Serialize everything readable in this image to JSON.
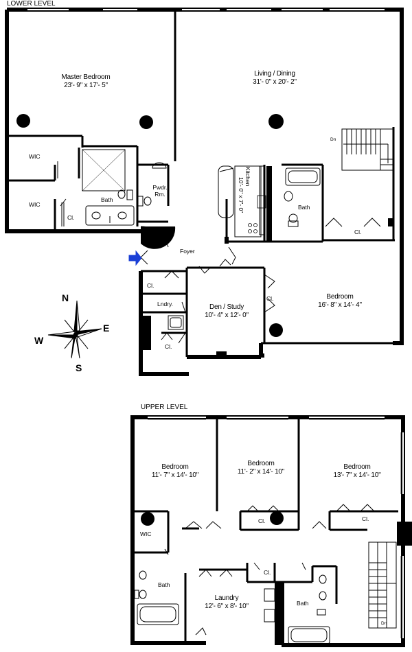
{
  "levels": {
    "lower": "LOWER LEVEL",
    "upper": "UPPER LEVEL"
  },
  "lower_rooms": {
    "master_bedroom": {
      "name": "Master Bedroom",
      "dims": "23'- 9\" x 17'- 5\""
    },
    "living_dining": {
      "name": "Living / Dining",
      "dims": "31'- 0\" x 20'- 2\""
    },
    "wic_1": "WIC",
    "wic_2": "WIC",
    "closet_master": "Cl.",
    "master_bath": "Bath",
    "powder_room": "Pwdr. Rm.",
    "kitchen": {
      "name": "Kitchen",
      "dims": "10'- 0\" x 7'- 0\""
    },
    "bath_2": "Bath",
    "closet_living": "Cl.",
    "stair_dn": "Dn",
    "foyer": "Foyer",
    "closet_foyer": "Cl.",
    "laundry": "Lndry.",
    "closet_laundry": "Cl.",
    "den_study": {
      "name": "Den / Study",
      "dims": "10'- 4\" x 12'- 0\""
    },
    "closet_bedroom": "Cl.",
    "bedroom": {
      "name": "Bedroom",
      "dims": "16'- 8\" x 14'- 4\""
    }
  },
  "compass": {
    "n": "N",
    "s": "S",
    "e": "E",
    "w": "W"
  },
  "upper_rooms": {
    "bedroom_1": {
      "name": "Bedroom",
      "dims": "11'- 7\" x 14'- 10\""
    },
    "bedroom_2": {
      "name": "Bedroom",
      "dims": "11'- 2\" x 14'- 10\""
    },
    "bedroom_3": {
      "name": "Bedroom",
      "dims": "13'- 7\" x 14'- 10\""
    },
    "closet_2": "Cl.",
    "closet_3": "Cl.",
    "wic": "WIC",
    "bath_1": "Bath",
    "laundry": {
      "name": "Laundry",
      "dims": "12'- 6\" x 8'- 10\""
    },
    "closet_hall": "Cl.",
    "bath_2": "Bath",
    "stair_dn": "Dn"
  },
  "colors": {
    "wall": "#000000",
    "entry_arrow": "#1a3fd6"
  }
}
